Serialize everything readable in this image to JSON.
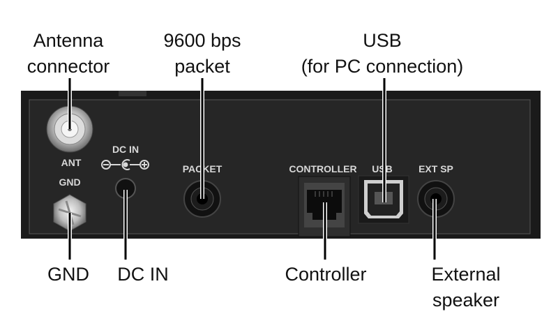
{
  "callouts": {
    "antenna": [
      "Antenna",
      "connector"
    ],
    "packet": [
      "9600 bps",
      "packet"
    ],
    "usb": [
      "USB",
      "(for PC connection)"
    ],
    "gnd": "GND",
    "dc_in": "DC IN",
    "controller": "Controller",
    "ext_speaker": [
      "External",
      "speaker"
    ]
  },
  "panel_labels": {
    "ant": "ANT",
    "gnd": "GND",
    "dc_in": "DC IN",
    "packet": "PACKET",
    "controller": "CONTROLLER",
    "usb": "USB",
    "ext_sp": "EXT SP"
  }
}
